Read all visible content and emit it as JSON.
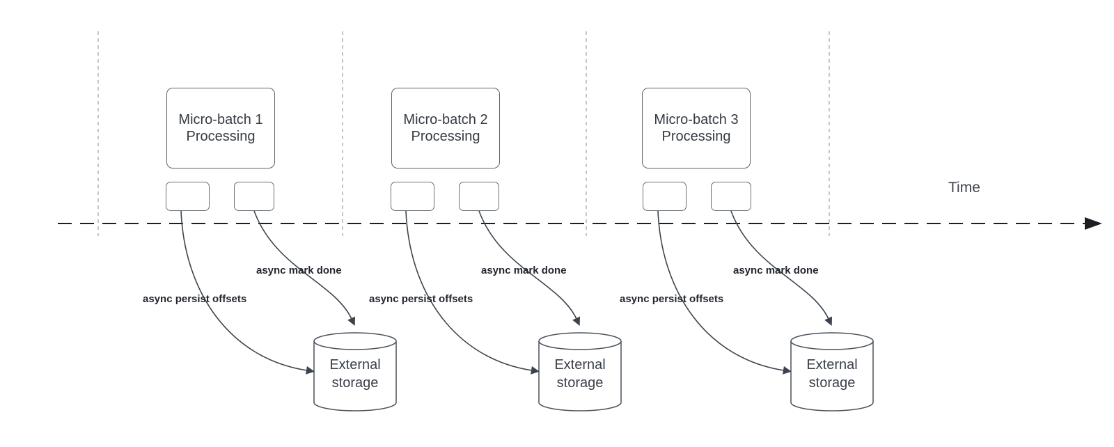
{
  "timeline": {
    "label": "Time"
  },
  "groups": [
    {
      "title_line1": "Micro-batch 1",
      "title_line2": "Processing",
      "persist_label": "async persist offsets",
      "done_label": "async mark done",
      "storage_line1": "External",
      "storage_line2": "storage"
    },
    {
      "title_line1": "Micro-batch 2",
      "title_line2": "Processing",
      "persist_label": "async persist offsets",
      "done_label": "async mark done",
      "storage_line1": "External",
      "storage_line2": "storage"
    },
    {
      "title_line1": "Micro-batch 3",
      "title_line2": "Processing",
      "persist_label": "async persist offsets",
      "done_label": "async mark done",
      "storage_line1": "External",
      "storage_line2": "storage"
    }
  ],
  "colors": {
    "timeline_line": "#1b1f24",
    "divider_line": "#b0b4b8",
    "arrow_line": "#3c434e",
    "node_border": "#5d646e",
    "node_text": "#343a42",
    "label_text": "#22262e"
  }
}
